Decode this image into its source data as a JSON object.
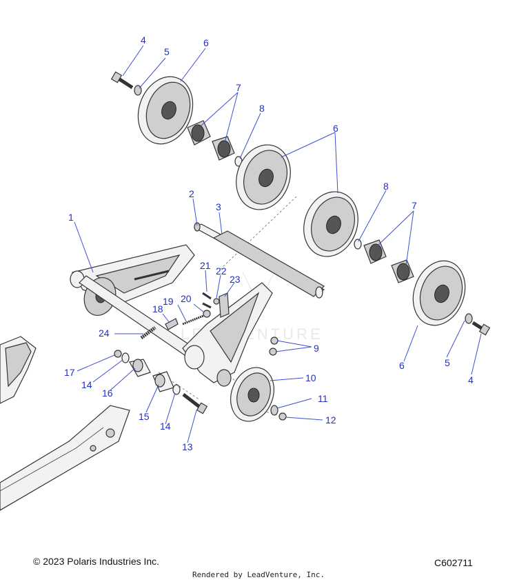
{
  "callouts": [
    "1",
    "2",
    "3",
    "4",
    "5",
    "6",
    "7",
    "8",
    "9",
    "10",
    "11",
    "12",
    "13",
    "14",
    "15",
    "16",
    "17",
    "18",
    "19",
    "20",
    "21",
    "22",
    "23",
    "24"
  ],
  "watermark": "LEADVENTURE",
  "footer": {
    "copyright": "© 2023 Polaris Industries Inc.",
    "code": "C602711",
    "rendered_by": "Rendered by LeadVenture, Inc."
  }
}
